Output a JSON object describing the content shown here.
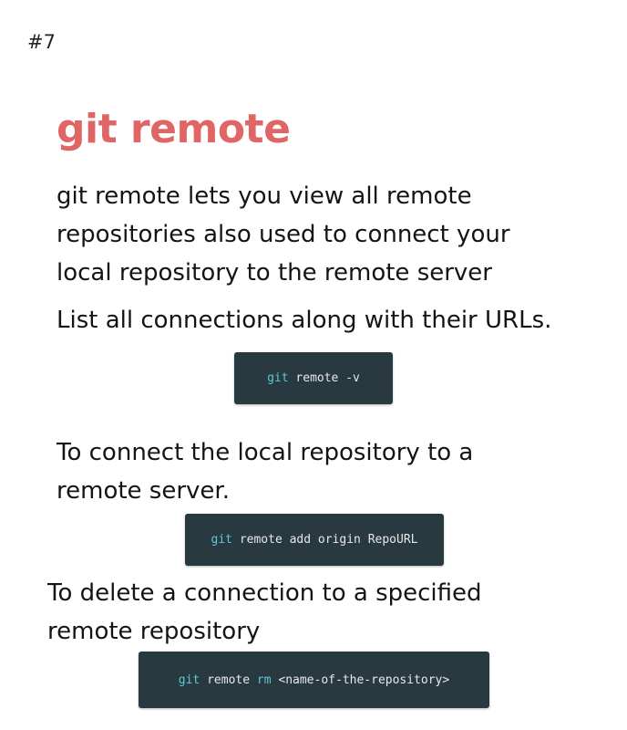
{
  "slide_number": "#7",
  "title": "git remote",
  "intro_lines": [
    "git remote lets you view all remote",
    "repositories also used to connect your",
    "local repository to the remote server"
  ],
  "sections": {
    "list": {
      "heading_lines": [
        "List all connections along with their URLs."
      ],
      "code": {
        "cmd": "git",
        "args": "remote -v",
        "extra": ""
      }
    },
    "connect": {
      "heading_lines": [
        "To connect the local repository to a",
        "remote server."
      ],
      "code": {
        "cmd": "git",
        "args": "remote add origin RepoURL",
        "extra": ""
      }
    },
    "delete": {
      "heading_lines": [
        "To delete a connection to a specified",
        "remote repository"
      ],
      "code": {
        "cmd": "git",
        "args": "remote",
        "sub": "rm",
        "extra": "<name-of-the-repository>"
      }
    }
  },
  "colors": {
    "title": "#e06666",
    "code_background": "#28393f",
    "code_keyword": "#5fc8d6"
  }
}
